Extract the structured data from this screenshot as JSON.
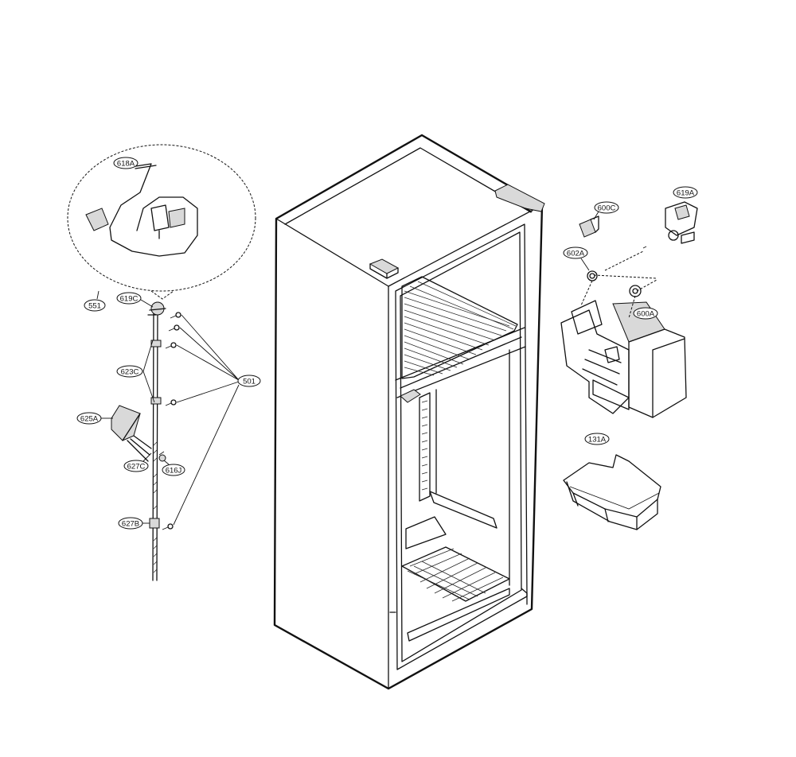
{
  "callouts": {
    "l618A": "618A",
    "l619C": "619C",
    "l551": "551",
    "l623C": "623C",
    "l501": "501",
    "l625A": "625A",
    "l627C": "627C",
    "l616J": "616J",
    "l627B": "627B",
    "l600C": "600C",
    "l619A": "619A",
    "l602A": "602A",
    "l600A": "600A",
    "l131A": "131A"
  }
}
